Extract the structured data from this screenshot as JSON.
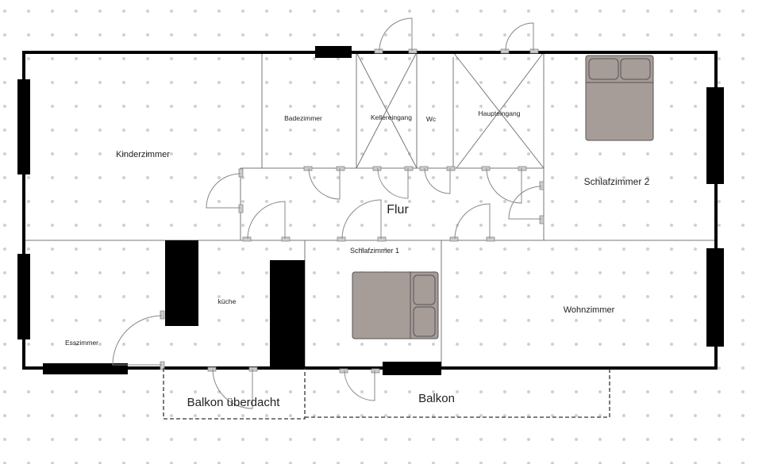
{
  "floorplan": {
    "rooms": {
      "kinderzimmer": "Kinderzimmer",
      "badezimmer": "Badezimmer",
      "kellereingang": "Kellereingang",
      "wc": "Wc",
      "haupteingang": "Haupteingang",
      "schlafzimmer2": "Schlafzimmer 2",
      "flur": "Flur",
      "schlafzimmer1": "Schlafzimmer 1",
      "kueche": "küche",
      "esszimmer": "Esszimmer",
      "wohnzimmer": "Wohnzimmer",
      "balkon_ueberdacht": "Balkon überdacht",
      "balkon": "Balkon"
    },
    "colors": {
      "wall": "#000000",
      "bed": "#a69c98",
      "grid_dot": "#d0d0d0"
    }
  }
}
